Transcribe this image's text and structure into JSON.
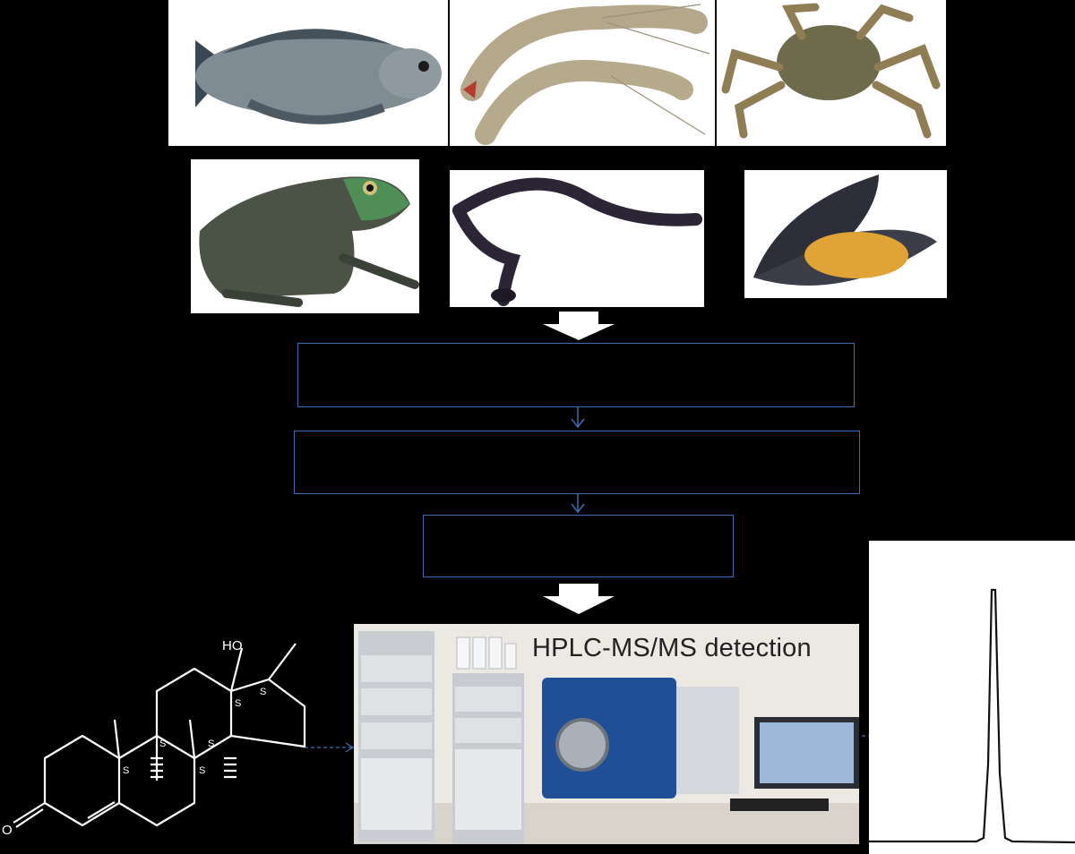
{
  "samples": [
    {
      "name": "fish",
      "icon": "tilapia-fish-photo"
    },
    {
      "name": "shrimp",
      "icon": "shrimp-photo"
    },
    {
      "name": "crab",
      "icon": "crab-photo"
    },
    {
      "name": "frog",
      "icon": "bullfrog-photo"
    },
    {
      "name": "eel",
      "icon": "eel-photo"
    },
    {
      "name": "mussel",
      "icon": "mussel-photo"
    }
  ],
  "workflow": {
    "steps": [
      "",
      "",
      ""
    ]
  },
  "instrument": {
    "label": "HPLC-MS/MS detection"
  },
  "molecule": {
    "hydroxyl_label": "HO",
    "ketone_label": "O",
    "stereo_labels": [
      "S",
      "S",
      "S",
      "S",
      "S",
      "S"
    ]
  },
  "colors": {
    "box_border": "#3f6fb3",
    "connector": "#3f6fb3",
    "background": "#000000"
  }
}
